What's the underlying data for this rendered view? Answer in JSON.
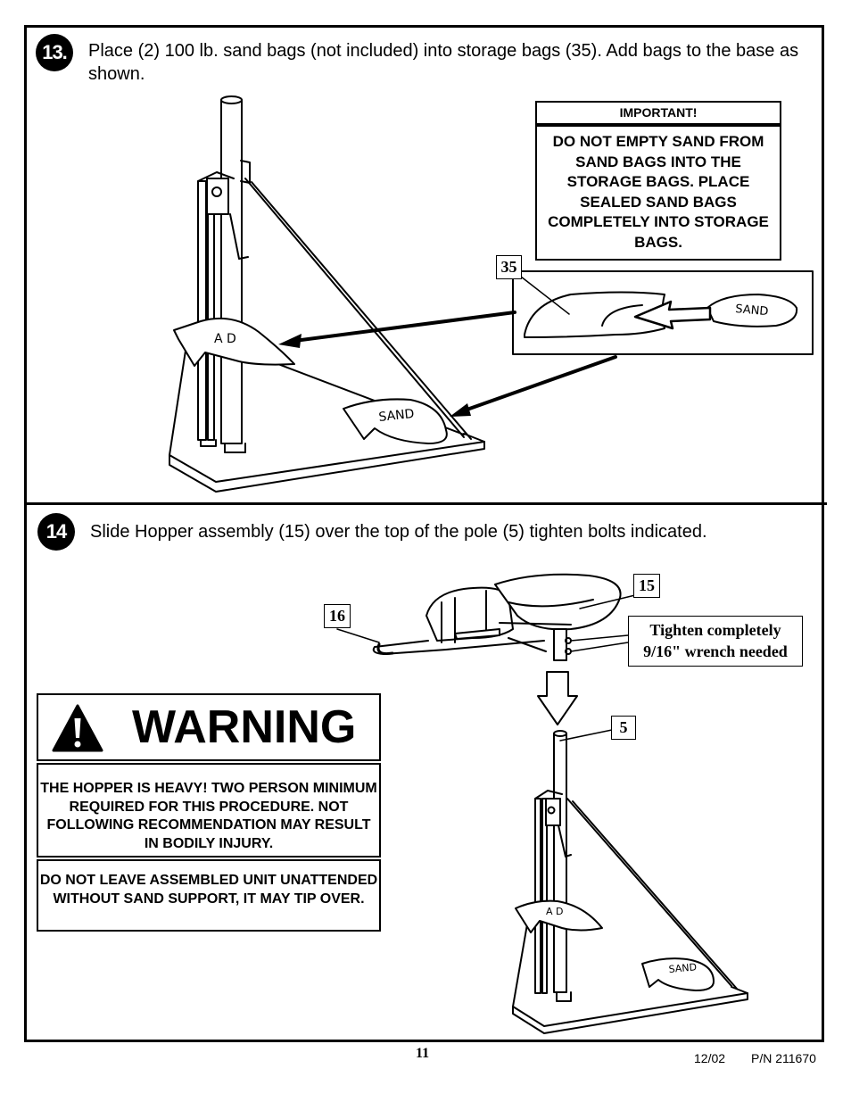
{
  "step13": {
    "number": "13.",
    "text": "Place (2) 100 lb. sand bags (not included) into storage bags (35). Add bags to the base as shown."
  },
  "important": {
    "heading": "IMPORTANT!",
    "body": "DO NOT EMPTY SAND FROM SAND BAGS INTO THE STORAGE BAGS. PLACE SEALED SAND BAGS COMPLETELY INTO STORAGE BAGS."
  },
  "callouts": {
    "c35": "35",
    "c15": "15",
    "c16": "16",
    "c5": "5",
    "tighten_line1": "Tighten completely",
    "tighten_line2": "9/16\" wrench needed"
  },
  "bag_labels": {
    "sand": "SAND",
    "partial": "A  D"
  },
  "step14": {
    "number": "14",
    "text": "Slide Hopper assembly (15) over the top of the pole (5) tighten bolts indicated."
  },
  "warning": {
    "title": "WARNING",
    "block1": "THE HOPPER IS HEAVY! TWO PERSON MINIMUM REQUIRED FOR THIS PROCEDURE. NOT FOLLOWING RECOMMENDATION MAY RESULT IN BODILY INJURY.",
    "block2": "DO NOT LEAVE ASSEMBLED UNIT UNATTENDED WITHOUT SAND SUPPORT, IT MAY TIP OVER."
  },
  "footer": {
    "page": "11",
    "date": "12/02",
    "part_number": "P/N 211670"
  }
}
